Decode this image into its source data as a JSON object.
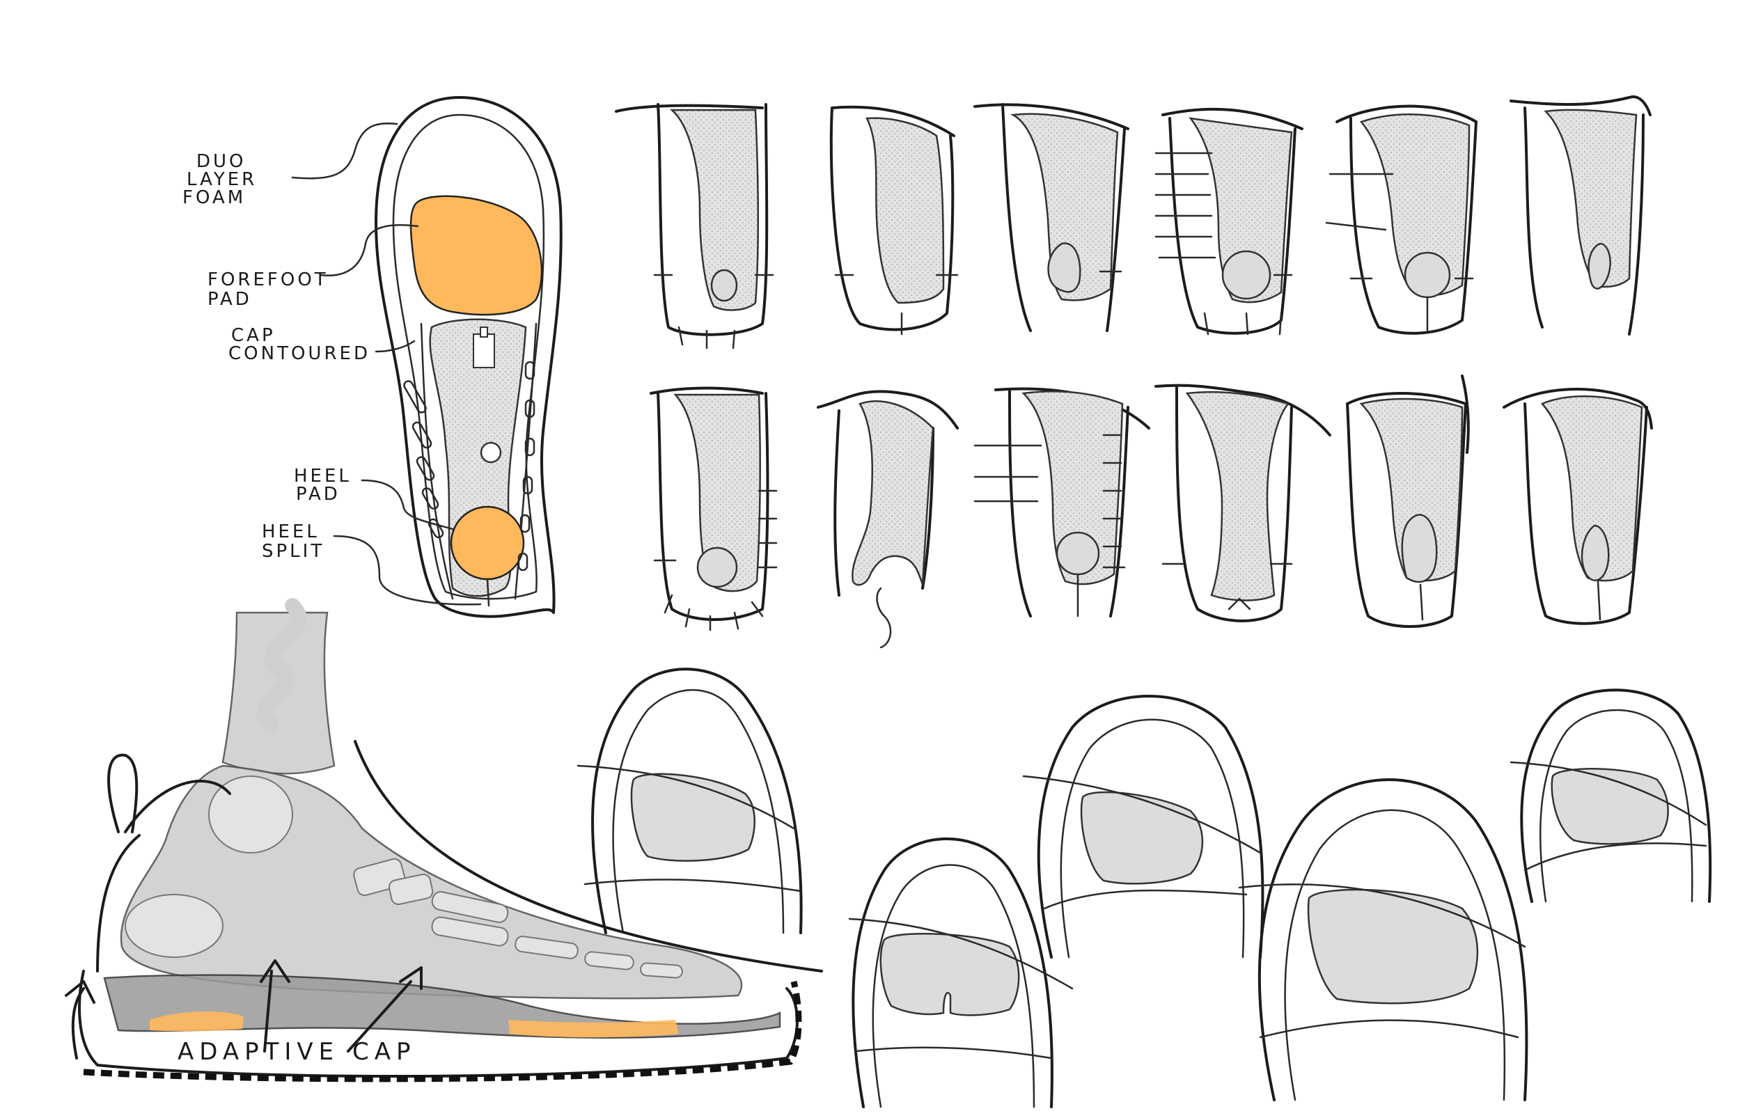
{
  "callouts": {
    "duo_layer_foam": [
      "DUO",
      "LAYER",
      "FOAM"
    ],
    "forefoot_pad": [
      "FOREFOOT",
      "PAD"
    ],
    "cap_contoured": [
      "CAP",
      "CONTOURED"
    ],
    "heel_pad": [
      "HEEL",
      "PAD"
    ],
    "heel_split": [
      "HEEL",
      "SPLIT"
    ],
    "adaptive_cap": "ADAPTIVE CAP"
  },
  "colors": {
    "accent_orange": "#ffb85c",
    "pad_gray": "#dcdcdc",
    "ink": "#1c1c1c"
  },
  "grid": {
    "rows": 2,
    "columns": 6
  },
  "toe_views_count": 5
}
